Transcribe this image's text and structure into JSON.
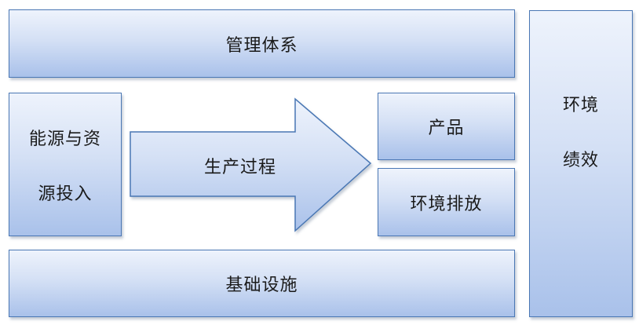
{
  "diagram": {
    "management_system": "管理体系",
    "infrastructure": "基础设施",
    "energy_input_line1": "能源与资",
    "energy_input_line2": "源投入",
    "production_process": "生产过程",
    "product": "产品",
    "environmental_emissions": "环境排放",
    "environmental_performance_line1": "环境",
    "environmental_performance_line2": "绩效"
  },
  "colors": {
    "border": "#4a77b4",
    "fill_top": "#eef3fc",
    "fill_bottom": "#a9c1ea"
  }
}
